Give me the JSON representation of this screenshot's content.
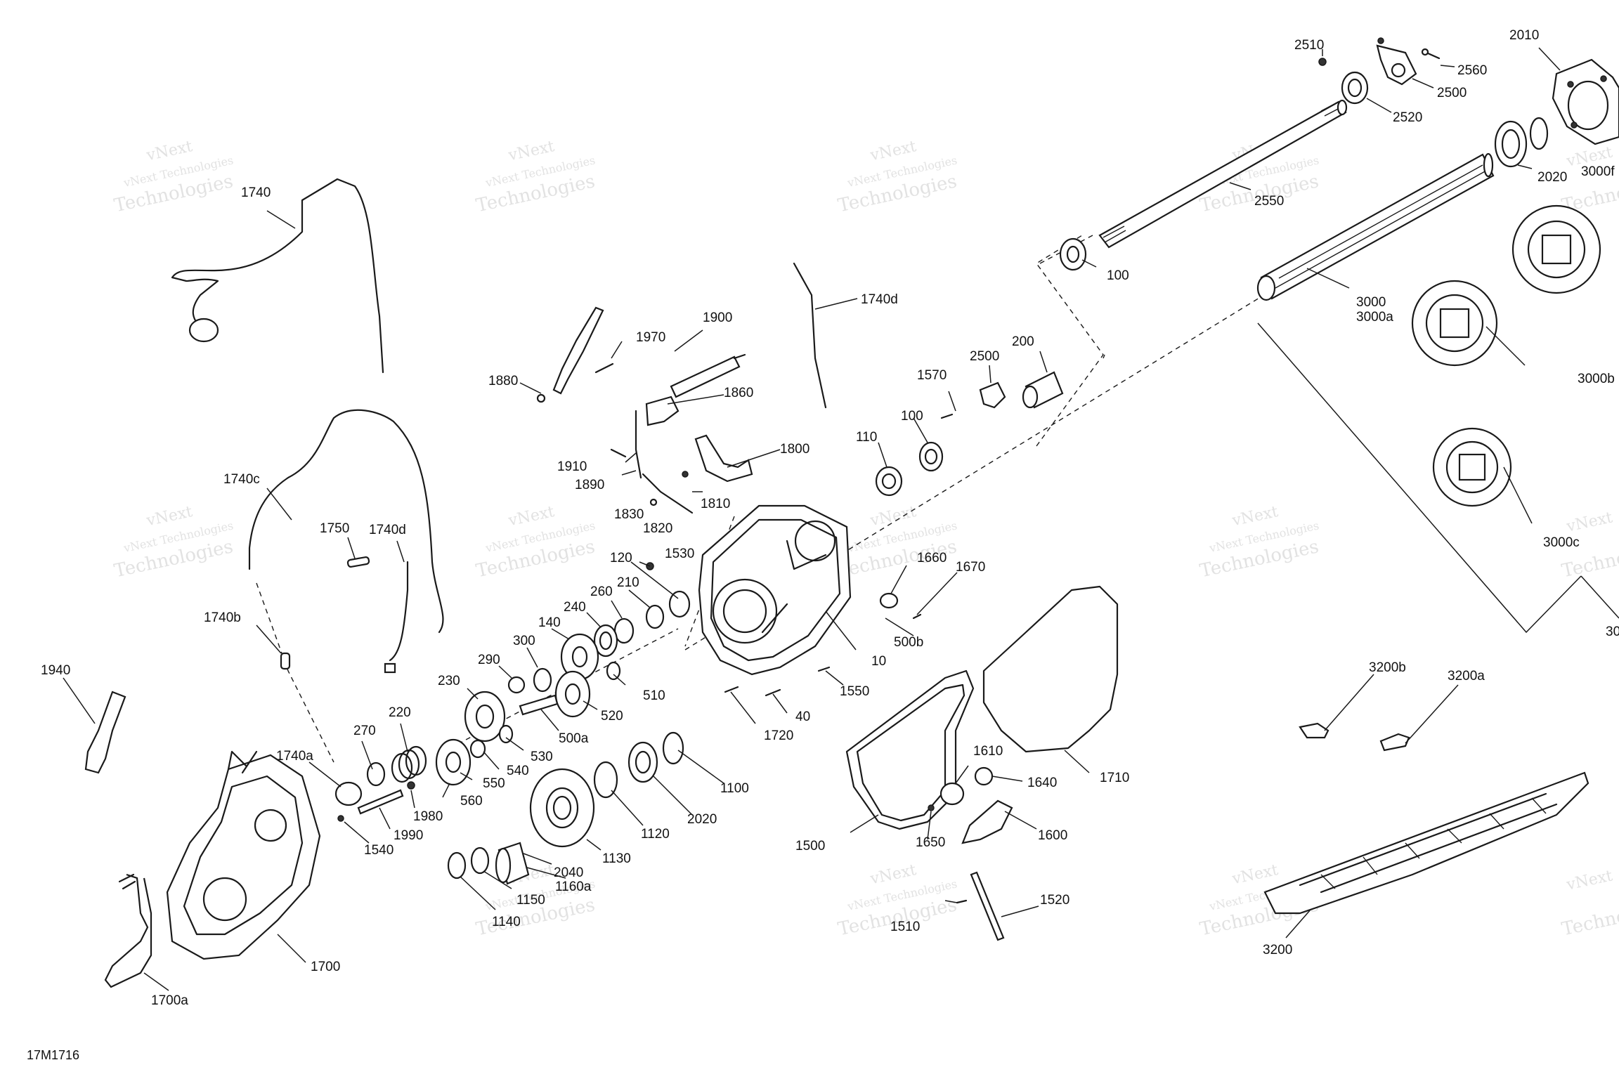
{
  "drawing_code": "17M1716",
  "watermark": {
    "line1": "vNext Technologies",
    "line2": "Technologies",
    "top": "vNext"
  },
  "labels": {
    "l2510": "2510",
    "l2560": "2560",
    "l2500": "2500",
    "l2520": "2520",
    "l2010": "2010",
    "l2020": "2020",
    "l3000f": "3000f",
    "l2550": "2550",
    "l100a": "100",
    "l3000": "3000",
    "l3000a": "3000a",
    "l3000b": "3000b",
    "l3000c": "3000c",
    "l30": "30",
    "l1740": "1740",
    "l1740d_top": "1740d",
    "l1900": "1900",
    "l1970": "1970",
    "l1880": "1880",
    "l1860": "1860",
    "l1800": "1800",
    "l1910": "1910",
    "l1890": "1890",
    "l1810": "1810",
    "l1830": "1830",
    "l1820": "1820",
    "l1570": "1570",
    "l2500b": "2500",
    "l200": "200",
    "l110": "110",
    "l100b": "100",
    "l1740c": "1740c",
    "l1750": "1750",
    "l1740d": "1740d",
    "l1740b": "1740b",
    "l120": "120",
    "l1530": "1530",
    "l210": "210",
    "l260": "260",
    "l240": "240",
    "l140": "140",
    "l300": "300",
    "l290": "290",
    "l230": "230",
    "l1660": "1660",
    "l1670": "1670",
    "l500b": "500b",
    "l10": "10",
    "l1550": "1550",
    "l510": "510",
    "l520": "520",
    "l500a": "500a",
    "l40": "40",
    "l1720": "1720",
    "l1940": "1940",
    "l270": "270",
    "l220": "220",
    "l1740a": "1740a",
    "l530": "530",
    "l540": "540",
    "l550": "550",
    "l560": "560",
    "l1980": "1980",
    "l1990": "1990",
    "l1540": "1540",
    "l1100": "1100",
    "l2020b": "2020",
    "l1120": "1120",
    "l1130": "1130",
    "l2040": "2040",
    "l1160a": "1160a",
    "l1150": "1150",
    "l1140": "1140",
    "l1700": "1700",
    "l1700a": "1700a",
    "l1610": "1610",
    "l1640": "1640",
    "l1710": "1710",
    "l1600": "1600",
    "l1650": "1650",
    "l1500": "1500",
    "l1520": "1520",
    "l1510": "1510",
    "l3200b": "3200b",
    "l3200a": "3200a",
    "l3200": "3200"
  }
}
